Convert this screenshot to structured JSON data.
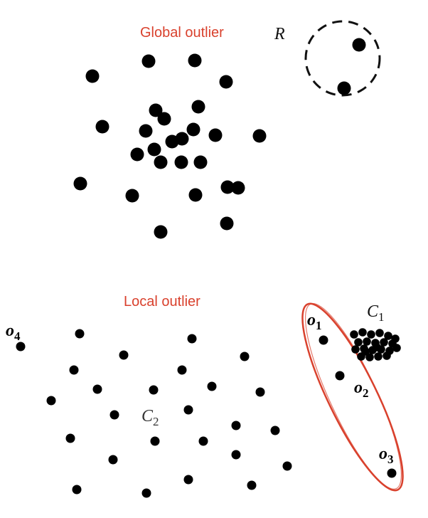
{
  "colors": {
    "dot": "#000000",
    "accent": "#d9412d",
    "outline": "#111111"
  },
  "top_panel": {
    "title": "Global outlier",
    "region_label": "R"
  },
  "bottom_panel": {
    "title": "Local outlier",
    "labels": {
      "o1": {
        "base": "o",
        "sub": "1"
      },
      "o2": {
        "base": "o",
        "sub": "2"
      },
      "o3": {
        "base": "o",
        "sub": "3"
      },
      "o4": {
        "base": "o",
        "sub": "4"
      },
      "c1": {
        "base": "C",
        "sub": "1"
      },
      "c2": {
        "base": "C",
        "sub": "2"
      }
    }
  }
}
